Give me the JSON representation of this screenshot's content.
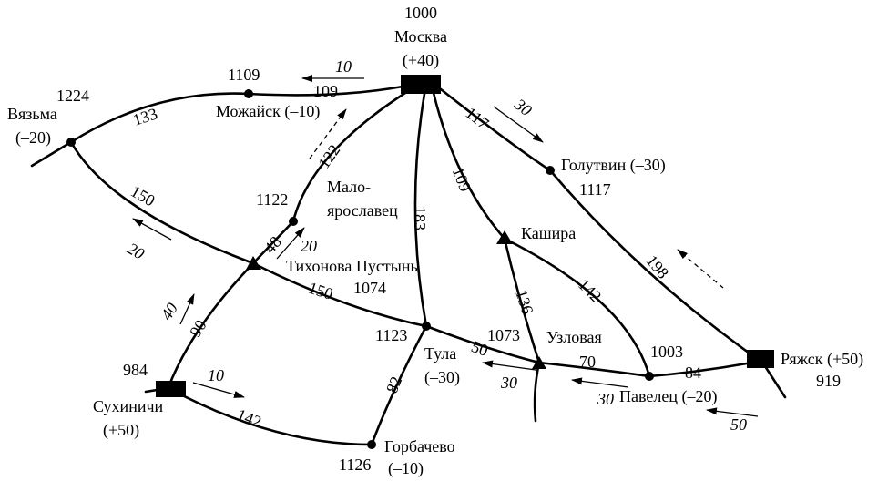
{
  "stations": {
    "moskva": {
      "name": "Москва",
      "delta": "(+40)",
      "value": "1000"
    },
    "vyazma": {
      "name": "Вязьма",
      "delta": "(–20)",
      "value": "1224"
    },
    "mozhaysk": {
      "name": "Можайск (–10)",
      "value": "1109"
    },
    "golutvin": {
      "name": "Голутвин (–30)",
      "value": "1117"
    },
    "maloyaroslavets": {
      "name_line1": "Мало-",
      "name_line2": "ярославец",
      "value": "1122"
    },
    "kashira": {
      "name": "Кашира"
    },
    "tikhonova": {
      "name": "Тихонова Пустынь",
      "value": "1074"
    },
    "tula": {
      "name": "Тула",
      "delta": "(–30)",
      "value": "1123"
    },
    "uzlovaya": {
      "name": "Узловая",
      "value": "1073"
    },
    "paveletz": {
      "name": "Павелец (–20)",
      "value": "1003"
    },
    "ryazhsk": {
      "name": "Ряжск (+50)",
      "value": "919"
    },
    "sukhinichi": {
      "name": "Сухиничи",
      "delta": "(+50)",
      "value": "984"
    },
    "gorbachevo": {
      "name": "Горбачево",
      "delta": "(–10)",
      "value": "1126"
    }
  },
  "segments": {
    "moskva_mozhaysk": "109",
    "mozhaysk_vyazma": "133",
    "moskva_maloyaroslavets": "122",
    "moskva_golutvin": "117",
    "moskva_kashira": "109",
    "moskva_tula": "183",
    "golutvin_ryazhsk": "198",
    "vyazma_tikhonova": "150",
    "tikhonova_tula": "150",
    "maloyaroslavets_tikhonova": "48",
    "tikhonova_sukhinichi": "90",
    "sukhinichi_gorbachevo": "142",
    "gorbachevo_tula": "82",
    "tula_uzlovaya": "50",
    "uzlovaya_kashira": "136",
    "uzlovaya_paveletz": "70",
    "kashira_paveletz": "142",
    "paveletz_ryazhsk": "84"
  },
  "flows": {
    "to_mozhaysk": "10",
    "to_golutvin": "30",
    "to_vyazma": "20",
    "to_maloyaroslavets": "20",
    "from_sukhinichi_up": "40",
    "to_gorbachevo": "10",
    "to_tula": "30",
    "to_uzlovaya": "30",
    "to_paveletz": "50"
  }
}
